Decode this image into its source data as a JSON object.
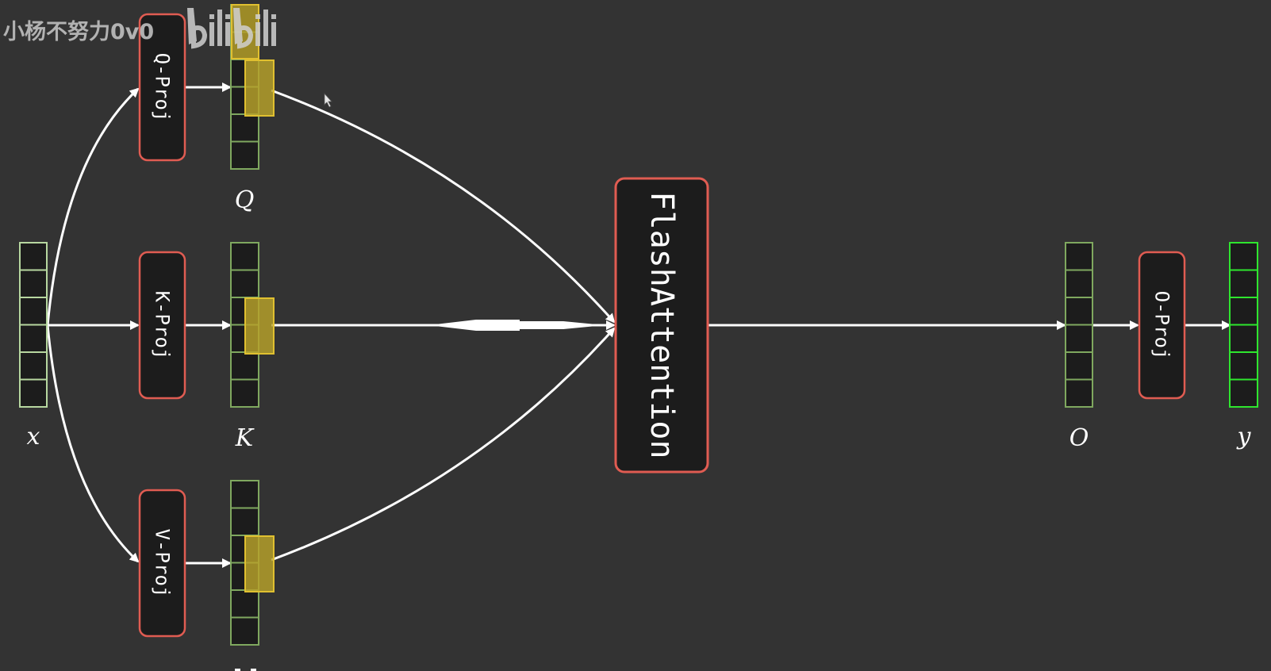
{
  "watermark": {
    "text": "小杨不努力0v0",
    "logo": "bilibili"
  },
  "blocks": {
    "q_proj": "Q-Proj",
    "k_proj": "K-Proj",
    "v_proj": "V-Proj",
    "o_proj": "O-Proj",
    "flash": "FlashAttention"
  },
  "labels": {
    "x": "x",
    "q": "Q",
    "k": "K",
    "o": "O",
    "y": "y"
  },
  "colors": {
    "background": "#333333",
    "block_fill": "#1c1c1c",
    "block_border": "#e05c52",
    "vector_border": "#7fa85f",
    "input_border": "#b7d7a0",
    "output_border": "#2ee62e",
    "highlight_fill": "#b8a22a",
    "highlight_border": "#e0c030",
    "arrow": "#ffffff",
    "text": "#ffffff"
  },
  "icons": [
    "mouse-cursor-icon",
    "bilibili-logo-icon"
  ]
}
